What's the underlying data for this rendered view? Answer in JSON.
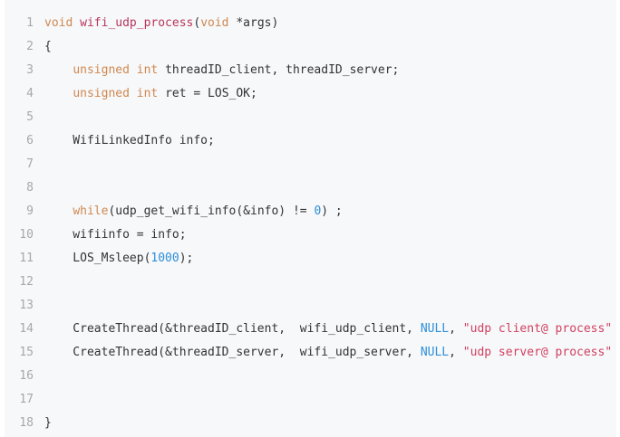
{
  "colors": {
    "background": "#f6f8fa",
    "gutter": "#a8a8a8",
    "plain": "#333333",
    "keyword": "#d1884f",
    "function": "#b8355a",
    "number": "#2f8fd8",
    "string": "#d14060"
  },
  "code": {
    "lines": [
      {
        "number": "1",
        "tokens": [
          {
            "t": "kw",
            "text": "void"
          },
          {
            "t": "plain",
            "text": " "
          },
          {
            "t": "fn",
            "text": "wifi_udp_process"
          },
          {
            "t": "plain",
            "text": "("
          },
          {
            "t": "kw",
            "text": "void"
          },
          {
            "t": "plain",
            "text": " *args)"
          }
        ]
      },
      {
        "number": "2",
        "tokens": [
          {
            "t": "plain",
            "text": "{"
          }
        ]
      },
      {
        "number": "3",
        "tokens": [
          {
            "t": "plain",
            "text": "    "
          },
          {
            "t": "kw",
            "text": "unsigned"
          },
          {
            "t": "plain",
            "text": " "
          },
          {
            "t": "kw",
            "text": "int"
          },
          {
            "t": "plain",
            "text": " threadID_client, threadID_server;"
          }
        ]
      },
      {
        "number": "4",
        "tokens": [
          {
            "t": "plain",
            "text": "    "
          },
          {
            "t": "kw",
            "text": "unsigned"
          },
          {
            "t": "plain",
            "text": " "
          },
          {
            "t": "kw",
            "text": "int"
          },
          {
            "t": "plain",
            "text": " ret = LOS_OK;"
          }
        ]
      },
      {
        "number": "5",
        "tokens": []
      },
      {
        "number": "6",
        "tokens": [
          {
            "t": "plain",
            "text": "    WifiLinkedInfo info;"
          }
        ]
      },
      {
        "number": "7",
        "tokens": []
      },
      {
        "number": "8",
        "tokens": []
      },
      {
        "number": "9",
        "tokens": [
          {
            "t": "plain",
            "text": "    "
          },
          {
            "t": "kw",
            "text": "while"
          },
          {
            "t": "plain",
            "text": "(udp_get_wifi_info(&info) != "
          },
          {
            "t": "num",
            "text": "0"
          },
          {
            "t": "plain",
            "text": ") ;"
          }
        ]
      },
      {
        "number": "10",
        "tokens": [
          {
            "t": "plain",
            "text": "    wifiinfo = info;"
          }
        ]
      },
      {
        "number": "11",
        "tokens": [
          {
            "t": "plain",
            "text": "    LOS_Msleep("
          },
          {
            "t": "num",
            "text": "1000"
          },
          {
            "t": "plain",
            "text": ");"
          }
        ]
      },
      {
        "number": "12",
        "tokens": []
      },
      {
        "number": "13",
        "tokens": []
      },
      {
        "number": "14",
        "tokens": [
          {
            "t": "plain",
            "text": "    CreateThread(&threadID_client,  wifi_udp_client, "
          },
          {
            "t": "num",
            "text": "NULL"
          },
          {
            "t": "plain",
            "text": ", "
          },
          {
            "t": "str",
            "text": "\"udp client@ process\""
          }
        ]
      },
      {
        "number": "15",
        "tokens": [
          {
            "t": "plain",
            "text": "    CreateThread(&threadID_server,  wifi_udp_server, "
          },
          {
            "t": "num",
            "text": "NULL"
          },
          {
            "t": "plain",
            "text": ", "
          },
          {
            "t": "str",
            "text": "\"udp server@ process\""
          }
        ]
      },
      {
        "number": "16",
        "tokens": []
      },
      {
        "number": "17",
        "tokens": []
      },
      {
        "number": "18",
        "tokens": [
          {
            "t": "plain",
            "text": "}"
          }
        ]
      }
    ]
  }
}
